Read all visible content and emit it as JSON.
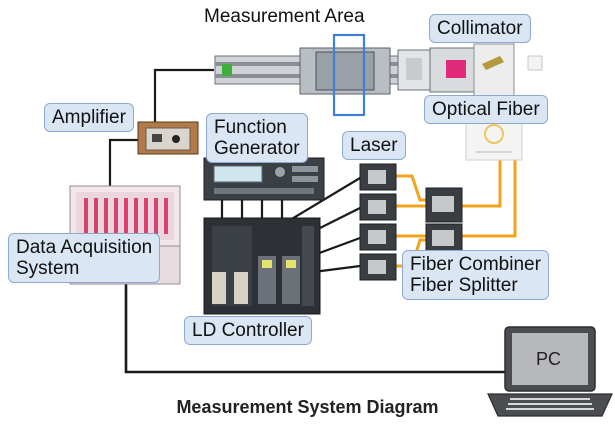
{
  "diagram": {
    "title": "Measurement System Diagram",
    "labels": {
      "measurement_area": "Measurement Area",
      "collimator": "Collimator",
      "amplifier": "Amplifier",
      "optical_fiber": "Optical Fiber",
      "function_generator_line1": "Function",
      "function_generator_line2": "Generator",
      "laser": "Laser",
      "data_acquisition_line1": "Data Acquisition",
      "data_acquisition_line2": "System",
      "fiber_combiner": "Fiber Combiner",
      "fiber_splitter": "Fiber Splitter",
      "ld_controller": "LD Controller",
      "pc": "PC"
    },
    "colors": {
      "label_fill": "#dbe6f5",
      "label_border": "#8ea9cf",
      "fiber": "#f2a41c",
      "cable": "#1a1a1a",
      "highlight_box": "#3f7fd6"
    }
  }
}
